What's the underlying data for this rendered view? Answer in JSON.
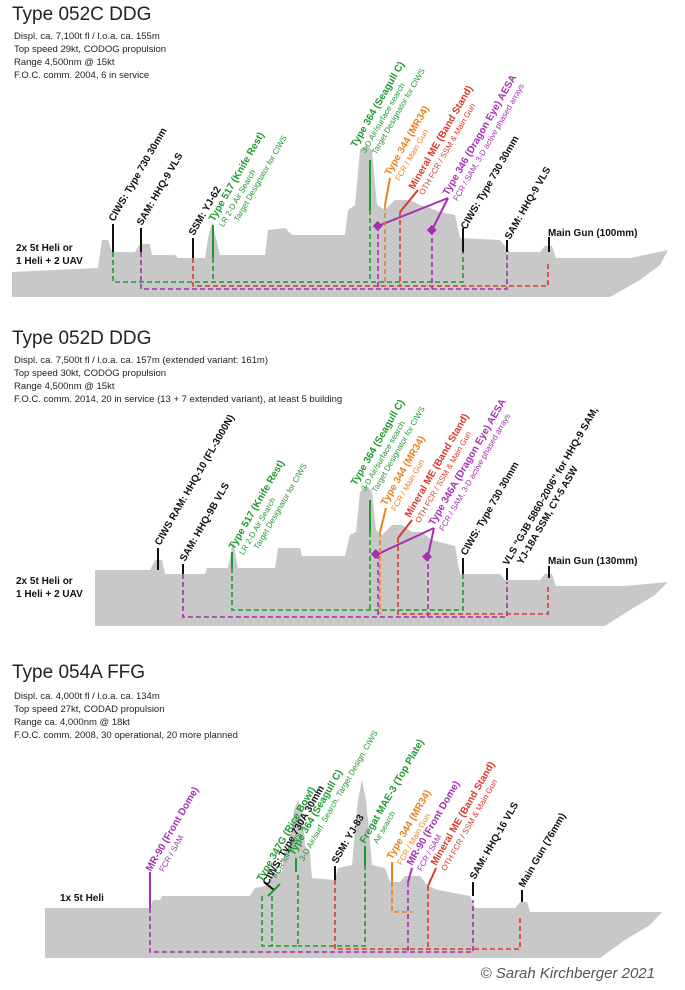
{
  "colors": {
    "black": "#111111",
    "green": "#1e9a2e",
    "orange": "#e8821e",
    "red": "#d93a2b",
    "purple": "#a52fb0",
    "hull": "#c8c8c8"
  },
  "ships": [
    {
      "title": "Type 052C DDG",
      "stats": [
        "Displ. ca. 7,100t fl / l.o.a. ca. 155m",
        "Top speed 29kt, CODOG propulsion",
        "Range 4,500nm @ 15kt",
        "F.O.C. comm. 2004, 6 in service"
      ],
      "heli": [
        "2x 5t Heli or",
        "1 Heli + 2 UAV"
      ],
      "labels": {
        "ciws_aft": "CIWS: Type 730 30mm",
        "sam_aft": "SAM: HHQ-9 VLS",
        "ssm": "SSM: YJ-62",
        "t517": "Type 517 (Knife Rest)",
        "t517_s1": "LR 2-D Air Search",
        "t517_s2": "Target Designator for CIWS",
        "t364": "Type 364 (Seagull C)",
        "t364_s1": "3-D Air/surface search",
        "t364_s2": "Target Designator for CIWS",
        "t344": "Type 344 (MR34)",
        "t344_s1": "FCR / Main Gun",
        "mineral": "Mineral ME (Band Stand)",
        "mineral_s1": "OTH FCR / SSM & Main Gun",
        "t346": "Type 346 (Dragon Eye) AESA",
        "t346_s1": "FCR / SAM, 3-D active phased arrays",
        "ciws_fwd": "CIWS: Type 730 30mm",
        "sam_fwd": "SAM: HHQ-9 VLS",
        "gun": "Main Gun (100mm)"
      }
    },
    {
      "title": "Type 052D DDG",
      "stats": [
        "Displ. ca. 7,500t fl / l.o.a. ca. 157m (extended variant: 161m)",
        "Top speed 30kt, CODOG propulsion",
        "Range 4,500nm @ 15kt",
        "F.O.C. comm. 2014, 20 in service (13 + 7 extended variant), at least 5 building"
      ],
      "heli": [
        "2x 5t Heli or",
        "1 Heli + 2 UAV"
      ],
      "labels": {
        "ciws_ram": "CIWS RAM: HHQ-10 (FL-3000N)",
        "sam_aft": "SAM: HHQ-9B VLS",
        "t517": "Type 517 (Knife Rest)",
        "t517_s1": "LR 2-D Air Search",
        "t517_s2": "Target Designator for CIWS",
        "t364": "Type 364 (Seagull C)",
        "t364_s1": "3-D Air/surface search",
        "t364_s2": "Target Designator for CIWS",
        "t344": "Type 344 (MR34)",
        "t344_s1": "FCR / Main Gun",
        "mineral": "Mineral ME (Band Stand)",
        "mineral_s1": "OTH FCR / SSM & Main Gun",
        "t346": "Type 346A (Dragon Eye) AESA",
        "t346_s1": "FCR / SAM, 3-D active phased arrays",
        "ciws_fwd": "CIWS: Type 730 30mm",
        "vls1": "VLS \"GJB 5860-2006\" for HHQ-9 SAM,",
        "vls2": "YJ-18A SSM, CY-5 ASW",
        "gun": "Main Gun (130mm)"
      }
    },
    {
      "title": "Type 054A FFG",
      "stats": [
        "Displ. ca. 4,000t fl / l.o.a. ca. 134m",
        "Top speed 27kt, CODAD propulsion",
        "Range ca. 4,000nm @ 18kt",
        "F.O.C. comm. 2008, 30 operational, 20 more planned"
      ],
      "heli": [
        "1x 5t Heli"
      ],
      "labels": {
        "mr90_aft": "MR-90 (Front Dome)",
        "mr90_aft_s1": "FCR / SAM",
        "t347g": "Type 347G (Rice Bowl)",
        "t347g_s1": "FCR for CIWS",
        "ciws": "CIWS: Type 730A 30mm",
        "t364": "Type 364 (Seagull C)",
        "t364_s1": "3-D Air/surf. Search, Target Design. CIWS",
        "ssm": "SSM: YJ-83",
        "fregat": "Fregat MAE-3 (Top Plate)",
        "fregat_s1": "Air search",
        "t344": "Type 344 (MR34)",
        "t344_s1": "FCR / Main Gun",
        "mr90_fwd": "MR-90 (Front Dome)",
        "mr90_fwd_s1": "FCR / SAM",
        "mineral": "Mineral ME (Band Stand)",
        "mineral_s1": "OTH FCR / SSM & Main Gun",
        "sam": "SAM: HHQ-16 VLS",
        "gun": "Main Gun (76mm)"
      }
    }
  ],
  "copyright": "© Sarah Kirchberger 2021"
}
